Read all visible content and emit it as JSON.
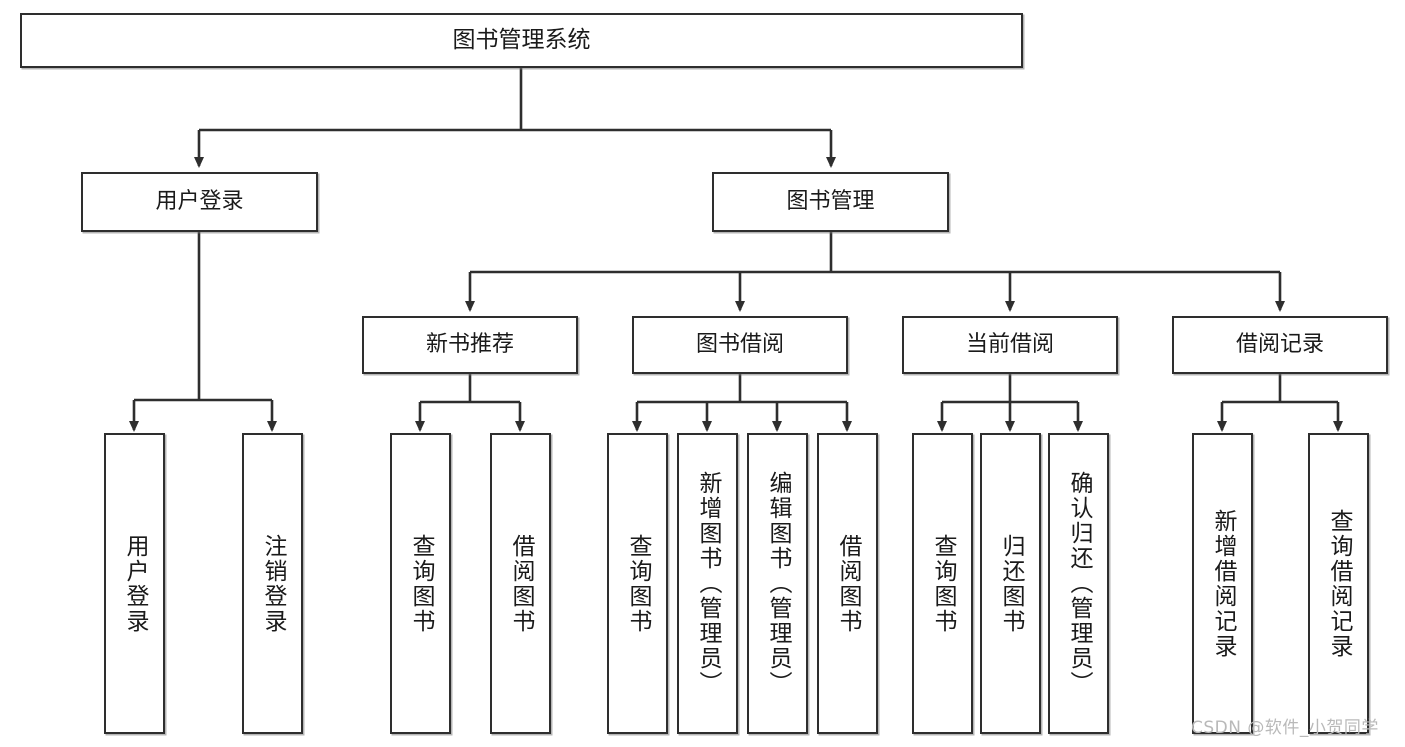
{
  "diagram": {
    "type": "tree",
    "title": "图书管理系统",
    "root": {
      "label": "图书管理系统"
    },
    "level2": [
      {
        "label": "用户登录"
      },
      {
        "label": "图书管理"
      }
    ],
    "level3": [
      {
        "label": "新书推荐"
      },
      {
        "label": "图书借阅"
      },
      {
        "label": "当前借阅"
      },
      {
        "label": "借阅记录"
      }
    ],
    "leaves": {
      "user_login": [
        {
          "label": "用户登录"
        },
        {
          "label": "注销登录"
        }
      ],
      "new_book_recommend": [
        {
          "label": "查询图书"
        },
        {
          "label": "借阅图书"
        }
      ],
      "book_borrow": [
        {
          "label": "查询图书"
        },
        {
          "label": "新增图书（管理员）"
        },
        {
          "label": "编辑图书（管理员）"
        },
        {
          "label": "借阅图书"
        }
      ],
      "current_borrow": [
        {
          "label": "查询图书"
        },
        {
          "label": "归还图书"
        },
        {
          "label": "确认归还（管理员）"
        }
      ],
      "borrow_record": [
        {
          "label": "新增借阅记录"
        },
        {
          "label": "查询借阅记录"
        }
      ]
    }
  },
  "watermark": {
    "text": "CSDN @软件_小贺同学"
  },
  "colors": {
    "stroke": "#2e2e2e",
    "fill": "#ffffff",
    "text": "#1a1a1a",
    "watermark": "#b9b9b9"
  }
}
